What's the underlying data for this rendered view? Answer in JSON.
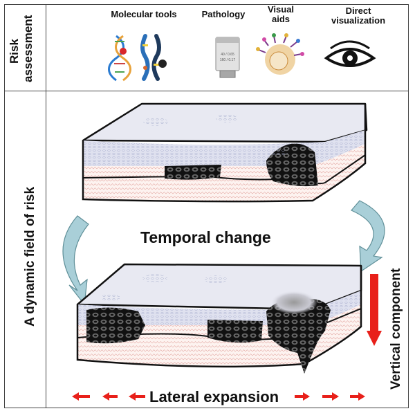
{
  "left_labels": {
    "top": [
      "Risk",
      "assessment"
    ],
    "bottom": "A dynamic field of risk"
  },
  "tools": [
    {
      "label": [
        "Molecular tools"
      ],
      "icon": "dna-chromosome-icon"
    },
    {
      "label": [
        "Pathology"
      ],
      "icon": "microscope-objective-icon"
    },
    {
      "label": [
        "Visual",
        "aids"
      ],
      "icon": "cell-stain-icon"
    },
    {
      "label": [
        "Direct",
        "visualization"
      ],
      "icon": "eye-icon"
    }
  ],
  "center_label": "Temporal change",
  "vertical_label": "Vertical component",
  "lateral_label": "Lateral expansion",
  "colors": {
    "epithelium": "#dcdff0",
    "stroma": "#fdf3f0",
    "lesion": "#111111",
    "arrow_fill": "#a9cfd8",
    "arrow_red": "#e8201a"
  }
}
